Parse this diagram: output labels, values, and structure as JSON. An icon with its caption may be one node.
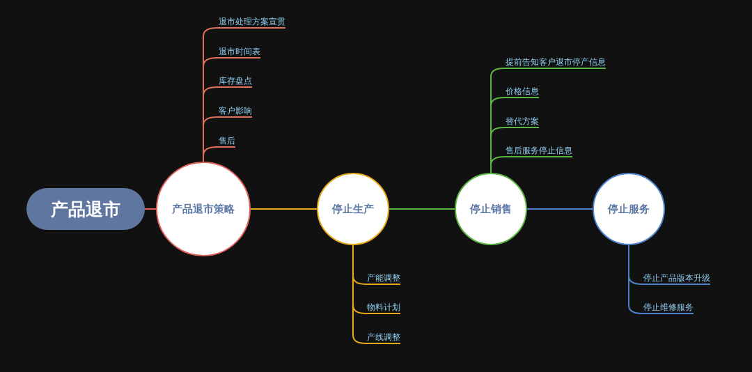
{
  "diagram": {
    "nodes": [
      {
        "text": [
          "产品退市"
        ]
      },
      {
        "text": [
          "产品退市策略"
        ]
      },
      {
        "text": [
          "退市处理方案宣贯"
        ]
      },
      {
        "text": [
          "退市时间表"
        ]
      },
      {
        "text": [
          "库存盘点"
        ]
      },
      {
        "text": [
          "客户影响"
        ]
      },
      {
        "text": [
          "售后"
        ]
      },
      {
        "text": [
          "停止生产"
        ]
      },
      {
        "text": [
          "产能调整"
        ]
      },
      {
        "text": [
          "物料计划"
        ]
      },
      {
        "text": [
          "产线调整"
        ]
      },
      {
        "text": [
          "停止销售"
        ]
      },
      {
        "text": [
          "提前告知客户退市停产信息"
        ]
      },
      {
        "text": [
          "价格信息"
        ]
      },
      {
        "text": [
          "替代方案"
        ]
      },
      {
        "text": [
          "售后服务停止信息"
        ]
      },
      {
        "text": [
          "停止服务"
        ]
      },
      {
        "text": [
          "停止产品版本升级"
        ]
      },
      {
        "text": [
          "停止维修服务"
        ]
      }
    ],
    "edges": [
      {
        "from": 0,
        "to": 1,
        "arrow": "none",
        "color": "#e0605a"
      },
      {
        "from": 1,
        "to": 7,
        "arrow": "none",
        "color": "#e8a81c"
      },
      {
        "from": 7,
        "to": 11,
        "arrow": "none",
        "color": "#5cb443"
      },
      {
        "from": 11,
        "to": 16,
        "arrow": "none",
        "color": "#4f82cc"
      },
      {
        "from": 1,
        "to": 2,
        "arrow": "none",
        "color": "#e0705a"
      },
      {
        "from": 1,
        "to": 3,
        "arrow": "none",
        "color": "#e0705a"
      },
      {
        "from": 1,
        "to": 4,
        "arrow": "none",
        "color": "#e0705a"
      },
      {
        "from": 1,
        "to": 5,
        "arrow": "none",
        "color": "#e0705a"
      },
      {
        "from": 1,
        "to": 6,
        "arrow": "none",
        "color": "#e0705a"
      },
      {
        "from": 7,
        "to": 8,
        "arrow": "none",
        "color": "#e8a81c"
      },
      {
        "from": 7,
        "to": 9,
        "arrow": "none",
        "color": "#e8a81c"
      },
      {
        "from": 7,
        "to": 10,
        "arrow": "none",
        "color": "#e8a81c"
      },
      {
        "from": 11,
        "to": 12,
        "arrow": "none",
        "color": "#5cb443"
      },
      {
        "from": 11,
        "to": 13,
        "arrow": "none",
        "color": "#5cb443"
      },
      {
        "from": 11,
        "to": 14,
        "arrow": "none",
        "color": "#5cb443"
      },
      {
        "from": 11,
        "to": 15,
        "arrow": "none",
        "color": "#5cb443"
      },
      {
        "from": 16,
        "to": 17,
        "arrow": "none",
        "color": "#4f82cc"
      },
      {
        "from": 16,
        "to": 18,
        "arrow": "none",
        "color": "#4f82cc"
      }
    ]
  }
}
